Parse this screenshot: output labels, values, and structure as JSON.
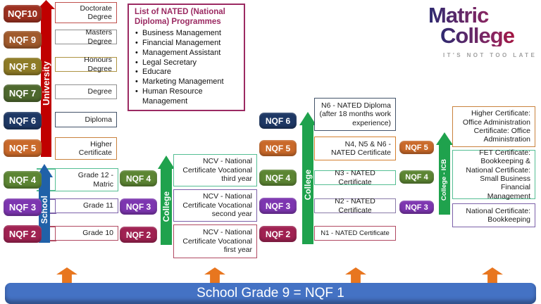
{
  "logo": {
    "word1": "Matric",
    "word2": "College",
    "tagline": "IT'S NOT TOO LATE"
  },
  "nated_list": {
    "title": "List of NATED (National Diploma) Programmes",
    "items": [
      "Business Management",
      "Financial Management",
      "Management Assistant",
      "Legal Secretary",
      "Educare",
      "Marketing Management",
      "Human Resource Management"
    ]
  },
  "sections": {
    "university": {
      "bar_label": "University",
      "rows": [
        {
          "nqf": "NQF10",
          "box": "Doctorate Degree"
        },
        {
          "nqf": "NQF 9",
          "box": "Masters Degree"
        },
        {
          "nqf": "NQF 8",
          "box": "Honours Degree"
        },
        {
          "nqf": "NQF 7",
          "box": "Degree"
        },
        {
          "nqf": "NQF 6",
          "box": "Diploma"
        },
        {
          "nqf": "NQF 5",
          "box": "Higher Certificate"
        }
      ]
    },
    "school": {
      "bar_label": "School",
      "rows": [
        {
          "nqf": "NQF 4",
          "box": "Grade 12 - Matric"
        },
        {
          "nqf": "NQF 3",
          "box": "Grade 11"
        },
        {
          "nqf": "NQF 2",
          "box": "Grade 10"
        }
      ]
    },
    "college_ncv": {
      "bar_label": "College",
      "rows": [
        {
          "nqf": "NQF 4",
          "box": "NCV - National Certificate Vocational third year"
        },
        {
          "nqf": "NQF 3",
          "box": "NCV - National Certificate Vocational second year"
        },
        {
          "nqf": "NQF 2",
          "box": "NCV - National Certificate Vocational first year"
        }
      ]
    },
    "college_nated": {
      "bar_label": "College",
      "rows": [
        {
          "nqf": "NQF 6",
          "box": "N6 - NATED Diploma (after 18 months work experience)"
        },
        {
          "nqf": "NQF 5",
          "box": "N4, N5 & N6 - NATED Certificate"
        },
        {
          "nqf": "NQF 4",
          "box": "N3 - NATED Certificate"
        },
        {
          "nqf": "NQF 3",
          "box": "N2 - NATED Certificate"
        },
        {
          "nqf": "NQF 2",
          "box": "N1 - NATED Certificate"
        }
      ]
    },
    "college_icb": {
      "bar_label": "College - ICB",
      "rows": [
        {
          "nqf": "NQF 5",
          "box": "Higher Certificate: Office Administration Certificate: Office Administration"
        },
        {
          "nqf": "NQF 4",
          "box": "FET Certificate: Bookkeeping & National Certificate: Small Business Financial Management"
        },
        {
          "nqf": "NQF 3",
          "box": "National Certificate: Bookkeeping"
        }
      ]
    }
  },
  "bottom_bar": {
    "label": "School Grade 9 = NQF 1"
  },
  "palette": {
    "nqf10": "#9C3020",
    "nqf9": "#A05A2C",
    "nqf8": "#8E7B26",
    "nqf7": "#4E682E",
    "nqf6": "#1E3865",
    "nqf5": "#C9692A",
    "nqf4": "#5C8533",
    "nqf3": "#7D36B0",
    "nqf2": "#A02252",
    "university_bar": "#C00000",
    "school_bar": "#2061A8",
    "college_bar": "#1FA24D",
    "bottom_bar": "#4472C4",
    "arrow": "#E8761F",
    "nated_box_border": "#9B2A62",
    "logo_gradient_start": "#2D2A70",
    "logo_gradient_end": "#C00018"
  }
}
